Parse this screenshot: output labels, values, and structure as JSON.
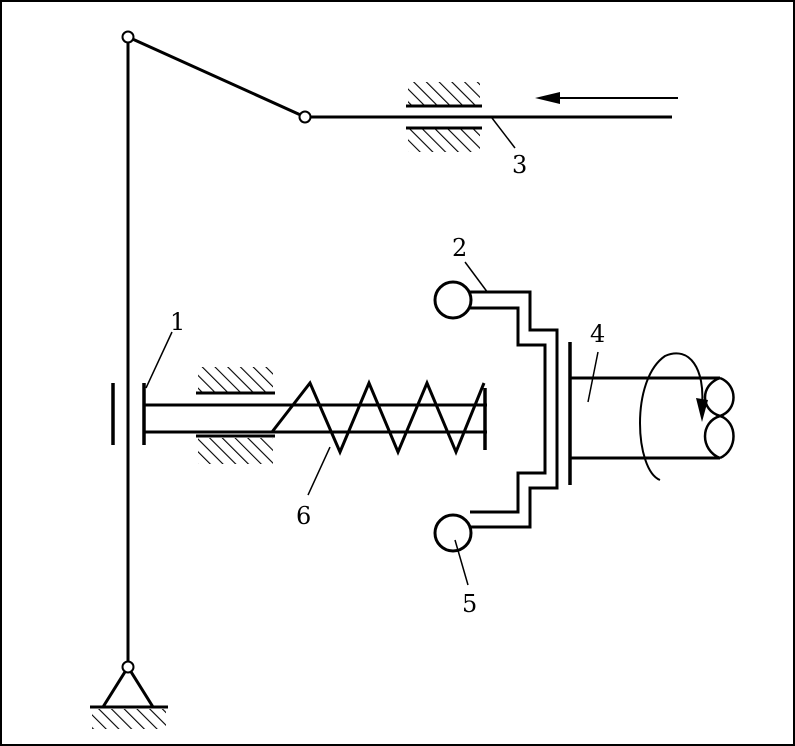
{
  "figure": {
    "labels": {
      "l1": "1",
      "l2": "2",
      "l3": "3",
      "l4": "4",
      "l5": "5",
      "l6": "6"
    }
  }
}
